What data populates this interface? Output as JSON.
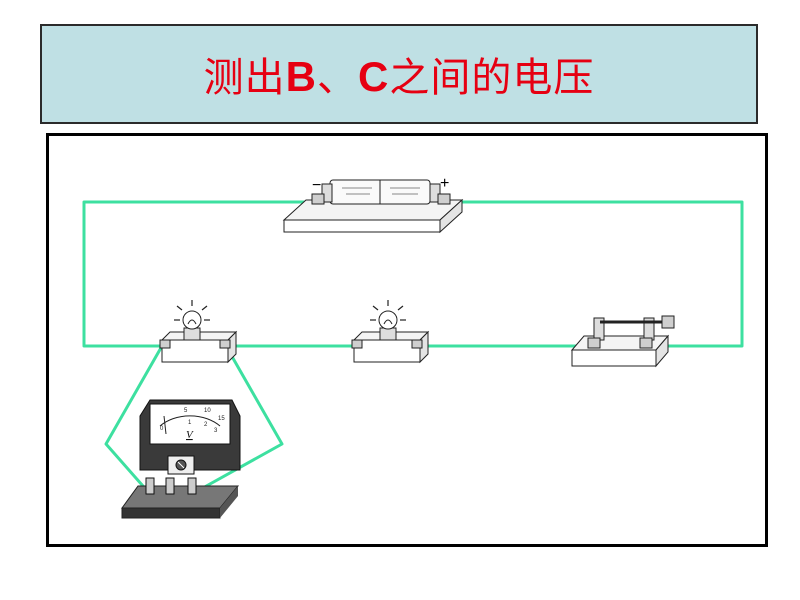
{
  "title": {
    "prefix": "测出",
    "point_b": "B",
    "separator": "、",
    "point_c": "C",
    "suffix": "之间的电压"
  },
  "battery": {
    "minus_sign": "−",
    "plus_sign": "+"
  },
  "voltmeter": {
    "scale_labels": [
      "5",
      "10",
      "15",
      "0",
      "1",
      "2",
      "3"
    ],
    "unit_symbol": "V"
  },
  "colors": {
    "title_text": "#e60012",
    "title_bg": "#bfe0e4",
    "wire": "#3de0a0"
  }
}
